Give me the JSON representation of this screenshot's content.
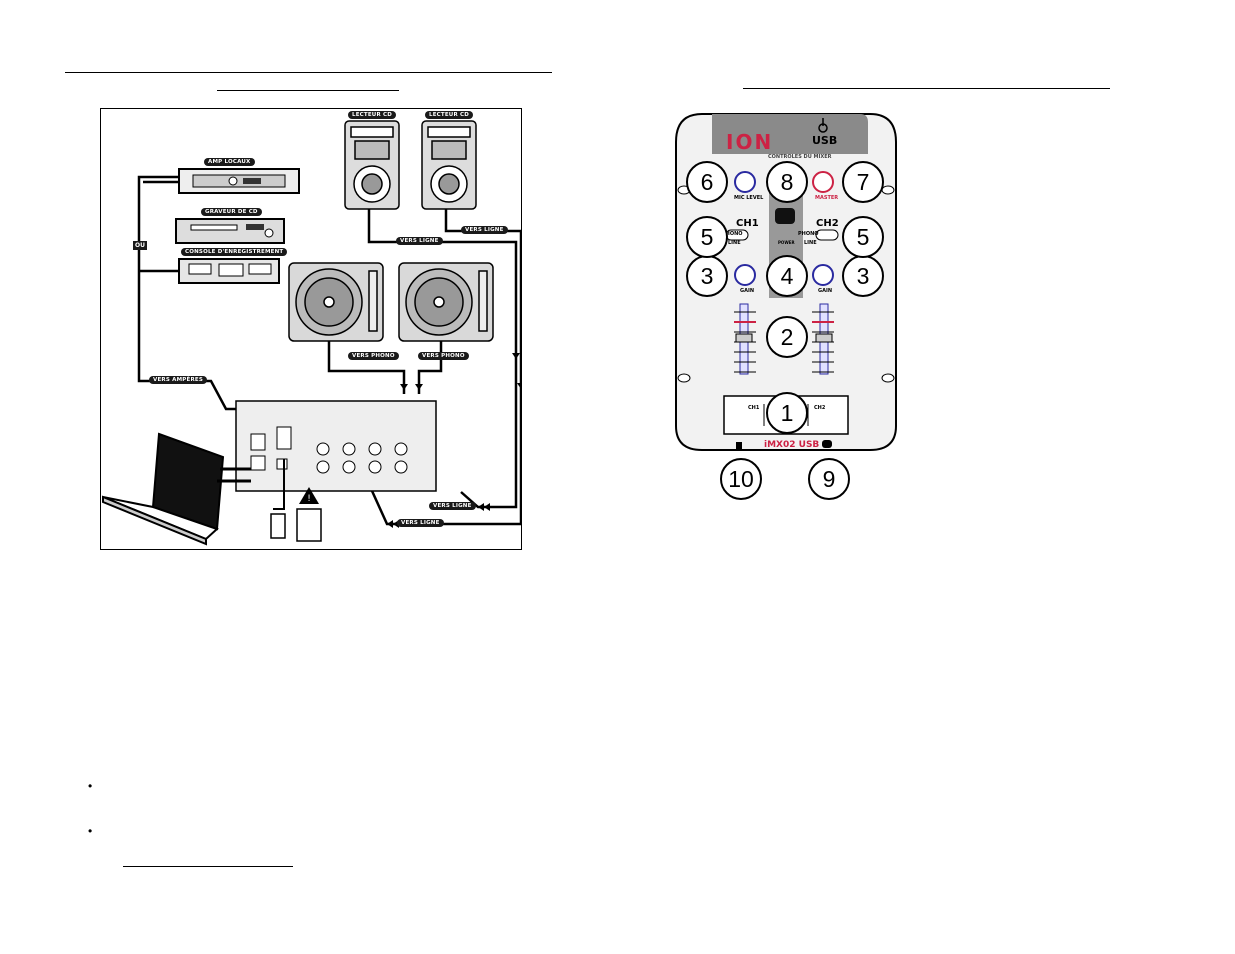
{
  "connection_diagram": {
    "labels": {
      "amp": "AMP LOCAUX",
      "cd_burner": "GRAVEUR DE CD",
      "recording_console": "CONSOLE D'ENREGISTREMENT",
      "cd_player_1": "LECTEUR CD",
      "cd_player_2": "LECTEUR CD",
      "ou": "OU",
      "vers_ligne_top": "VERS LIGNE",
      "vers_ligne_right": "VERS LIGNE",
      "vers_phono_1": "VERS PHONO",
      "vers_phono_2": "VERS PHONO",
      "vers_amperes": "VERS AMPÈRES",
      "vers_ligne_bottom_1": "VERS LIGNE",
      "vers_ligne_bottom_2": "VERS LIGNE"
    }
  },
  "mixer_diagram": {
    "brand": "ION",
    "usb_text": "USB",
    "subtitle": "CONTROLES DU MIXER",
    "mic_level": "MIC LEVEL",
    "master": "MASTER",
    "ch1": "CH1",
    "ch2": "CH2",
    "phono": "PHONO",
    "line": "LINE",
    "power": "POWER",
    "gain": "GAIN",
    "model": "iMX02 USB",
    "xfader_ch1": "CH1",
    "xfader_ch2": "CH2",
    "callouts": [
      "1",
      "2",
      "3",
      "3",
      "4",
      "5",
      "5",
      "6",
      "7",
      "8",
      "9",
      "10"
    ]
  },
  "bullets": [
    "•",
    "•"
  ]
}
